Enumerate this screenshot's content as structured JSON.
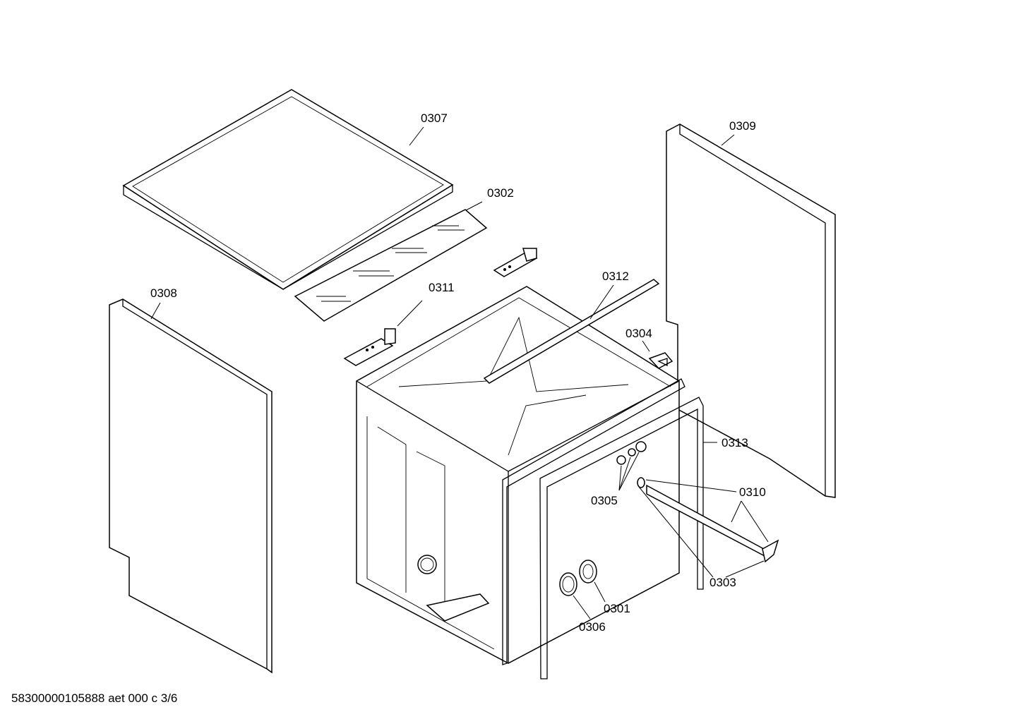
{
  "diagram": {
    "labels": {
      "p0301": "0301",
      "p0302": "0302",
      "p0303": "0303",
      "p0304": "0304",
      "p0305": "0305",
      "p0306": "0306",
      "p0307": "0307",
      "p0308": "0308",
      "p0309": "0309",
      "p0310": "0310",
      "p0311": "0311",
      "p0312": "0312",
      "p0313": "0313"
    },
    "footer": "58300000105888 aet 000 c 3/6"
  }
}
